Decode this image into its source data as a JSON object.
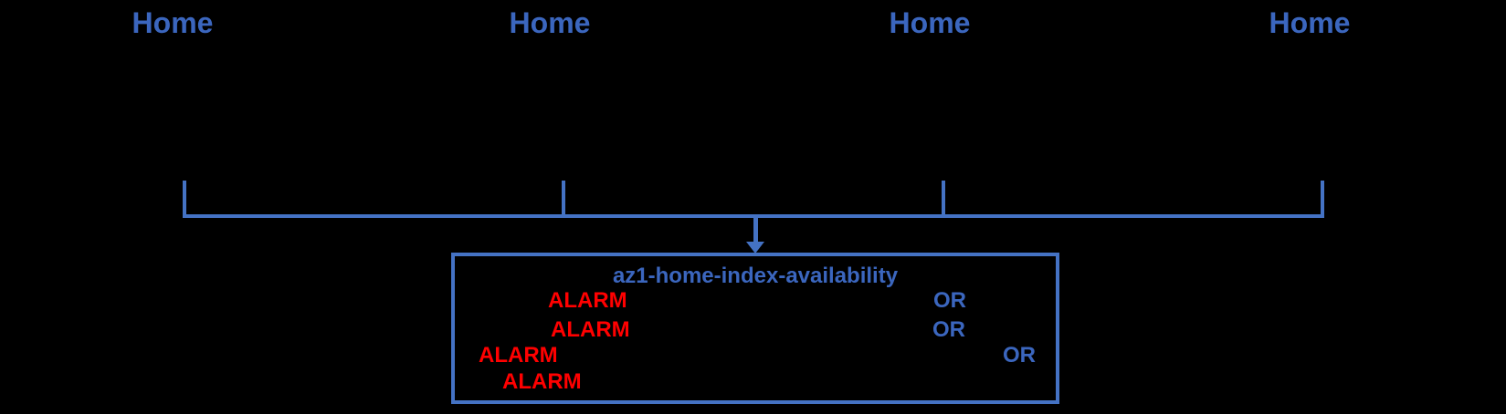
{
  "diagram": {
    "nodes": [
      {
        "label": "Home"
      },
      {
        "label": "Home"
      },
      {
        "label": "Home"
      },
      {
        "label": "Home"
      }
    ],
    "aggregate_alarm": {
      "title": "az1-home-index-availability",
      "rows": [
        {
          "status": "ALARM",
          "operator": "OR"
        },
        {
          "status": "ALARM",
          "operator": "OR"
        },
        {
          "status": "ALARM",
          "operator": "OR"
        },
        {
          "status": "ALARM",
          "operator": ""
        }
      ]
    },
    "colors": {
      "background": "#000000",
      "connector_blue": "#4472C4",
      "text_blue": "#3B66BE",
      "alarm_red": "#FF0000"
    }
  }
}
